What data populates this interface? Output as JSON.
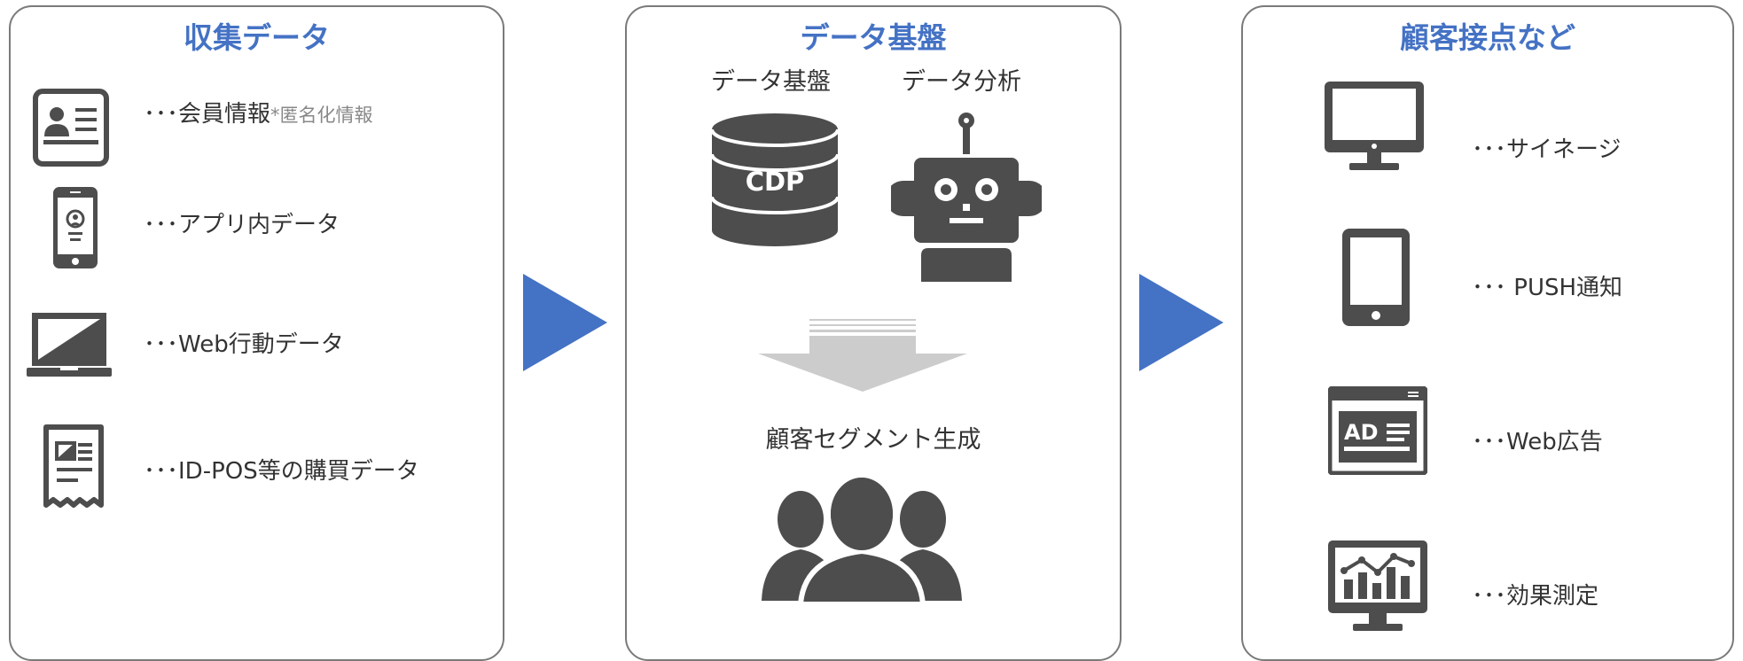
{
  "panels": {
    "collect": {
      "title": "収集データ",
      "items": [
        {
          "prefix": "･･･",
          "label": "会員情報",
          "note": "*匿名化情報",
          "icon": "id-card-icon"
        },
        {
          "prefix": "･･･",
          "label": "アプリ内データ",
          "icon": "smartphone-icon"
        },
        {
          "prefix": "･･･",
          "label": "Web行動データ",
          "icon": "laptop-icon"
        },
        {
          "prefix": "･･･",
          "label": "ID-POS等の購買データ",
          "icon": "receipt-icon"
        }
      ]
    },
    "platform": {
      "title": "データ基盤",
      "cdp_caption": "データ基盤",
      "cdp_label": "CDP",
      "analysis_caption": "データ分析",
      "segment_label": "顧客セグメント生成"
    },
    "touchpoints": {
      "title": "顧客接点など",
      "items": [
        {
          "prefix": "･･･",
          "label": "サイネージ",
          "icon": "monitor-icon"
        },
        {
          "prefix": "･･･ ",
          "label": "PUSH通知",
          "icon": "tablet-icon"
        },
        {
          "prefix": "･･･",
          "label": "Web広告",
          "icon": "ad-icon"
        },
        {
          "prefix": "･･･",
          "label": "効果測定",
          "icon": "analytics-monitor-icon"
        }
      ]
    }
  },
  "colors": {
    "accent": "#4472c4",
    "icon": "#4d4d4d",
    "border": "#7a7a7a",
    "down_arrow": "#cccccc"
  }
}
